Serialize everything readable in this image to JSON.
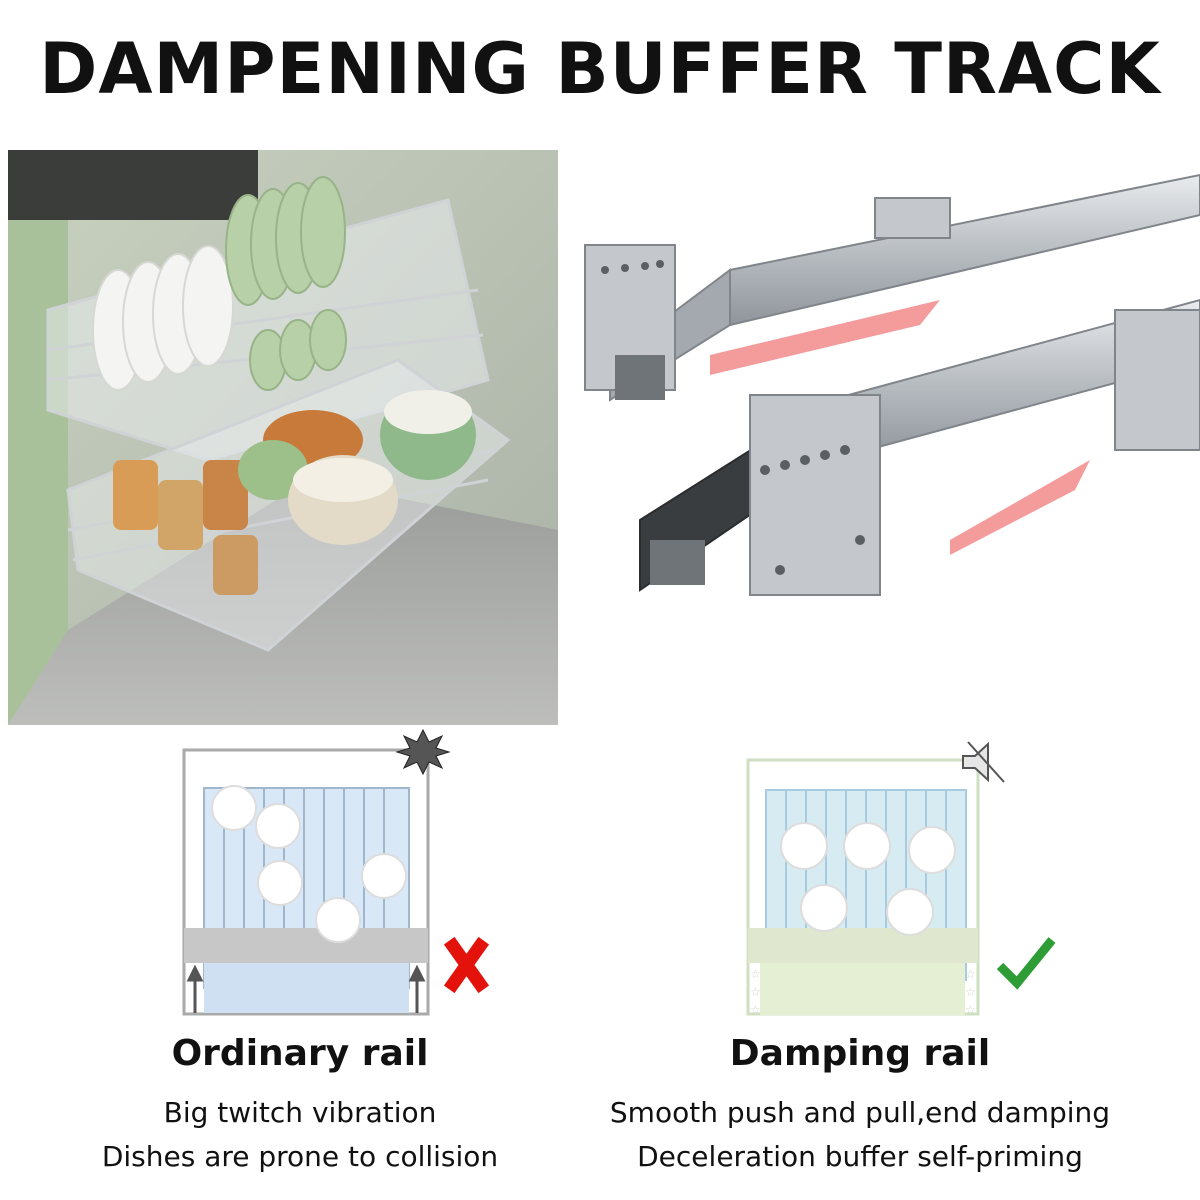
{
  "title": "DAMPENING BUFFER TRACK",
  "ordinary": {
    "heading": "Ordinary rail",
    "line1": "Big twitch vibration",
    "line2": "Dishes are prone to collision",
    "mark_icon": "red-x-icon",
    "corner_icon": "collision-burst-icon"
  },
  "damping": {
    "heading": "Damping rail",
    "line1": "Smooth push and pull,end damping",
    "line2": "Deceleration buffer self-priming",
    "mark_icon": "green-check-icon",
    "corner_icon": "muted-speaker-icon"
  },
  "colors": {
    "red_mark": "#e3120b",
    "green_mark": "#2e9d35",
    "rail_arrow": "#f07a7a"
  }
}
